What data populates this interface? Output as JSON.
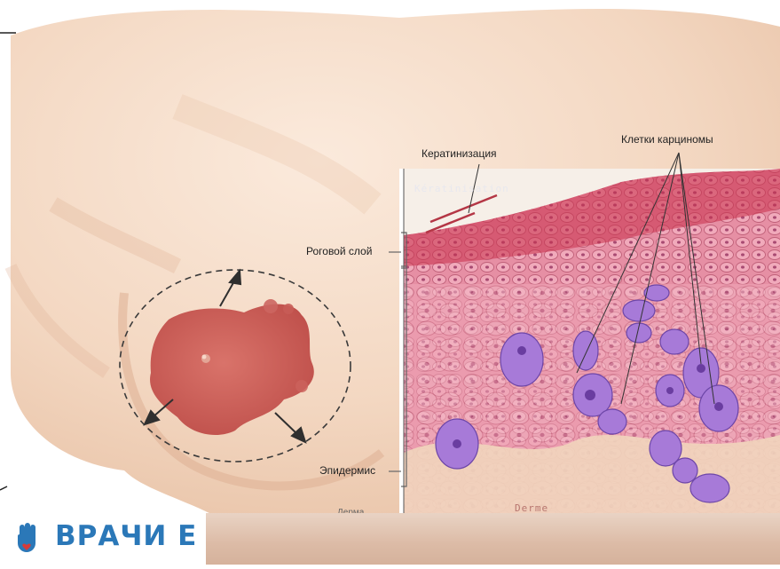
{
  "labels": {
    "keratinization_ru": "Кератинизация",
    "carcinoma_cells": "Клетки карциномы",
    "keratinization_fr": "Kératinisation",
    "stratum_corneum": "Роговой слой",
    "epidermis": "Эпидермис",
    "dermis_ru": "Дерма",
    "dermis_fr": "Derme"
  },
  "brand": {
    "name": "ВРАЧИ Е"
  },
  "colors": {
    "skin": "#f3d9c5",
    "lesion": "#c95c55",
    "tissue_pink": "#e59aaa",
    "cancer_cell": "#a77ad8",
    "brand_blue": "#2b78b8",
    "brand_red": "#d63a3a"
  }
}
